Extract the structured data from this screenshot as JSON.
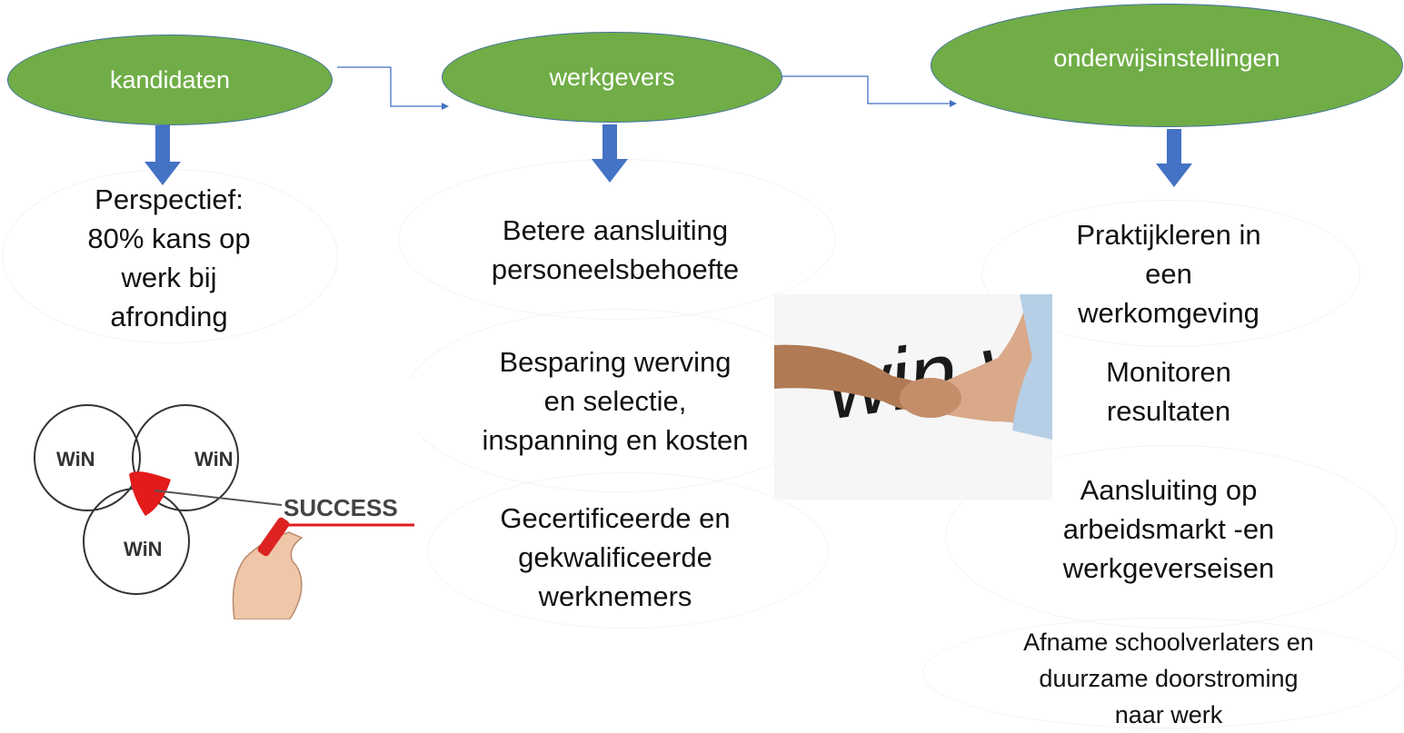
{
  "nodes": [
    {
      "label": "kandidaten"
    },
    {
      "label": "werkgevers"
    },
    {
      "label": "onderwijsinstellingen"
    }
  ],
  "kandidaten": {
    "benefits": [
      "Perspectief:\n80% kans op\nwerk bij\nafronding"
    ]
  },
  "werkgevers": {
    "benefits": [
      "Betere aansluiting\npersoneelsbehoefte",
      "Besparing werving\nen selectie,\ninspanning en kosten",
      "Gecertificeerde en\ngekwalificeerde\nwerknemers"
    ]
  },
  "onderwijsinstellingen": {
    "benefits": [
      "Praktijkleren in\neen\nwerkomgeving",
      "Monitoren\nresultaten",
      "Aansluiting op\narbeidsmarkt -en\nwerkgeverseisen",
      "Afname schoolverlaters en\nduurzame doorstroming\nnaar werk"
    ]
  },
  "venn_image": {
    "circle_labels": [
      "WiN",
      "WiN",
      "WiN"
    ],
    "word": "SUCCESS"
  },
  "handshake_image": {
    "word": "win win"
  },
  "colors": {
    "node_fill": "#70ad47",
    "node_border": "#41719c",
    "arrow": "#4472c4",
    "venn_center": "#e31b1b"
  }
}
